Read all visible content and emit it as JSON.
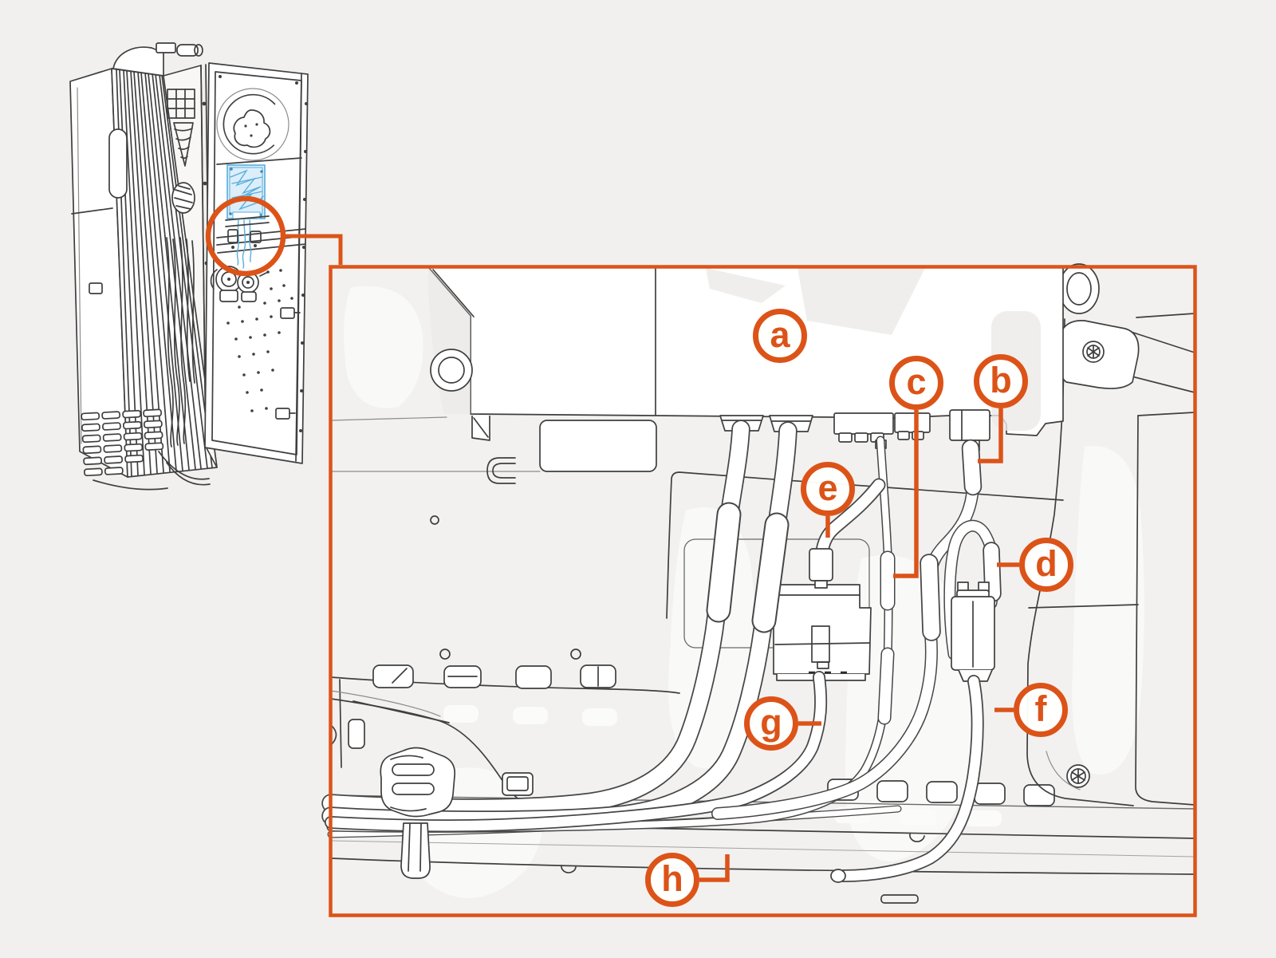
{
  "palette": {
    "accent": "#DC5318",
    "line": "#3F3F3F",
    "blue": "#58AEDC",
    "background": "#F1F0EE",
    "paper": "#FFFFFF"
  },
  "figure": {
    "callouts": [
      {
        "letter": "a"
      },
      {
        "letter": "b"
      },
      {
        "letter": "c"
      },
      {
        "letter": "d"
      },
      {
        "letter": "e"
      },
      {
        "letter": "f"
      },
      {
        "letter": "g"
      },
      {
        "letter": "h"
      }
    ]
  }
}
